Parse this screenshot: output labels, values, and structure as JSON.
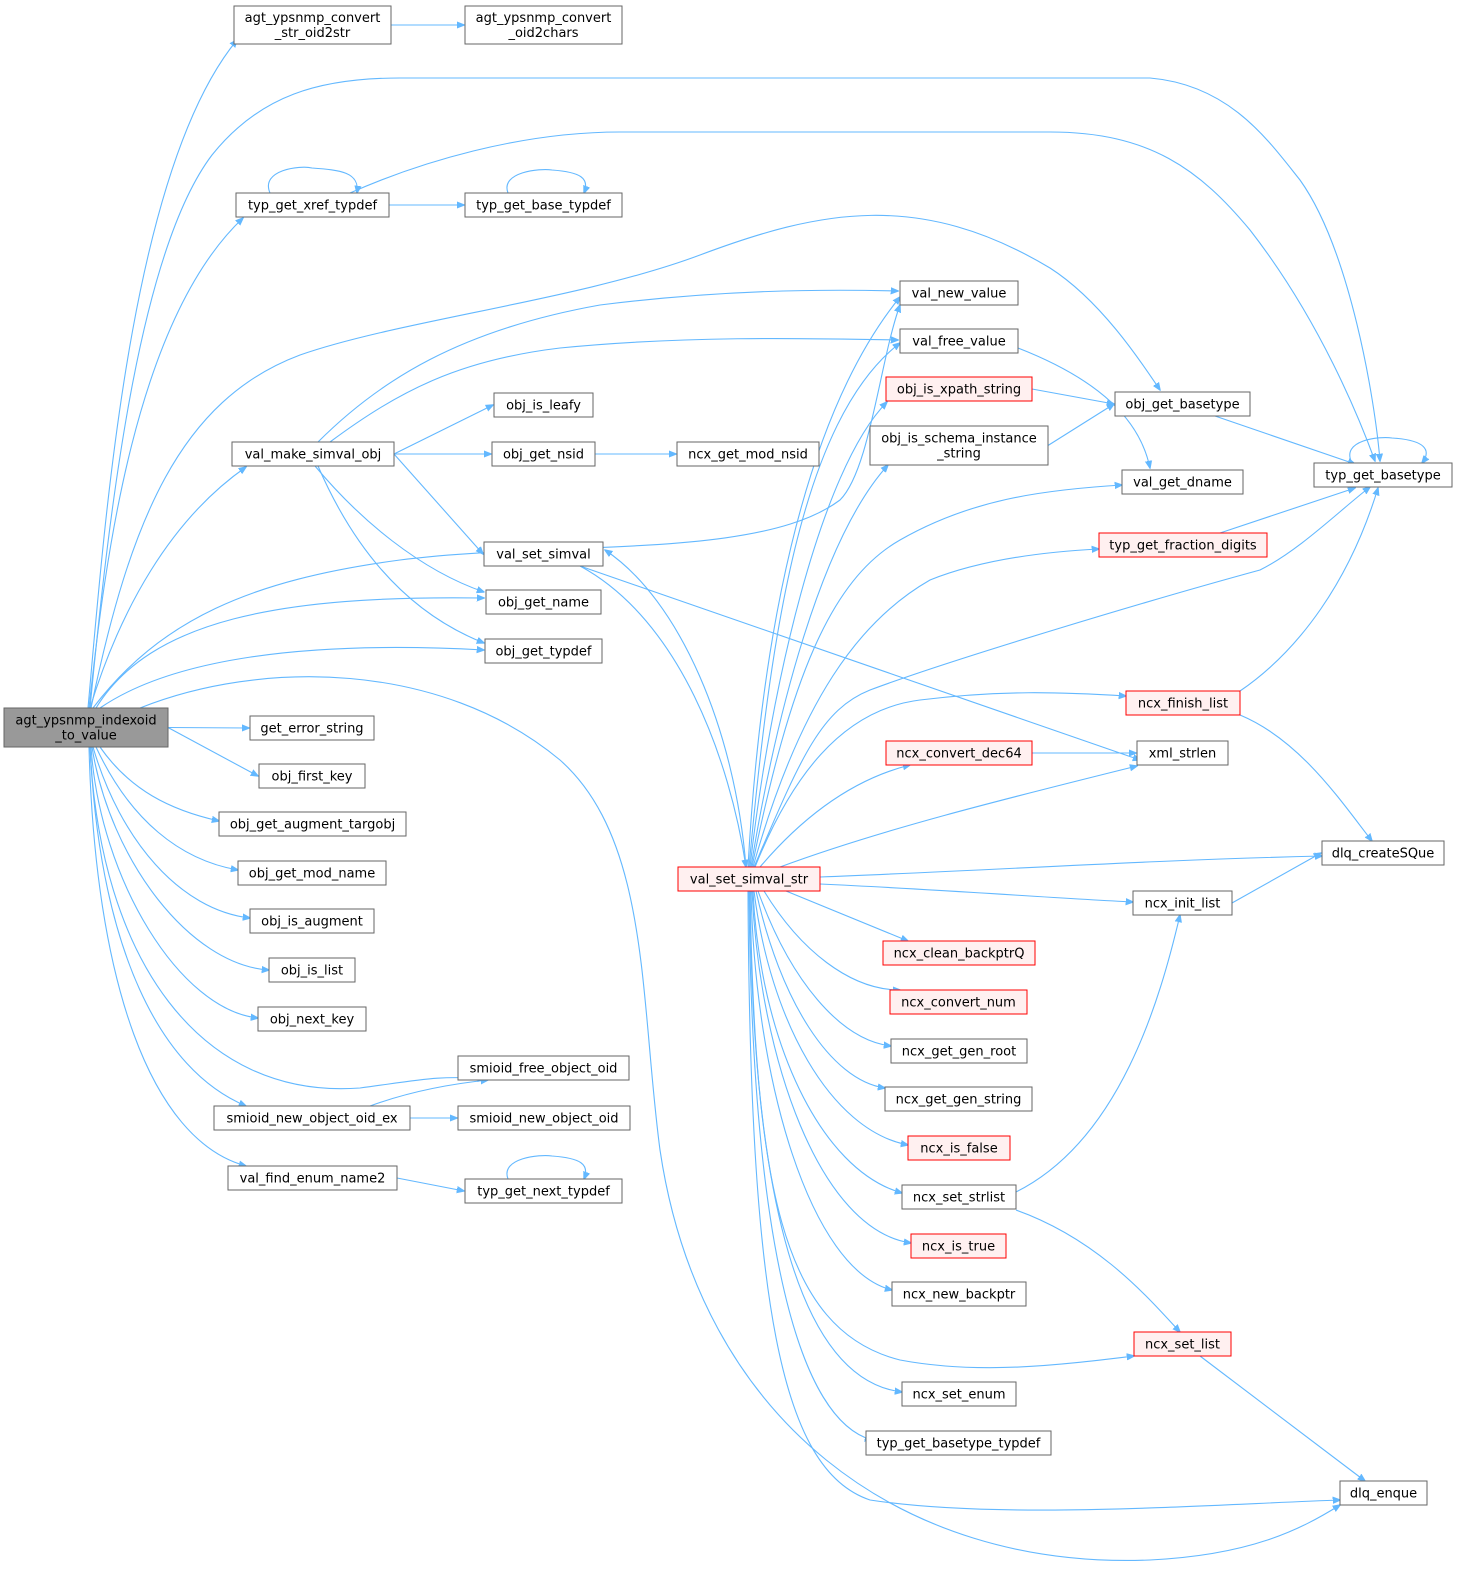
{
  "diagram": {
    "colors": {
      "edge": "#63b8ff",
      "node_border": "#666666",
      "truncated_border": "#ff0000",
      "truncated_fill": "#fff0f0",
      "root_fill": "#999999"
    },
    "nodes": [
      {
        "id": "root",
        "lines": [
          "agt_ypsnmp_indexoid",
          "_to_value"
        ],
        "style": "root"
      },
      {
        "id": "n_oid2str",
        "lines": [
          "agt_ypsnmp_convert",
          "_str_oid2str"
        ],
        "style": "normal"
      },
      {
        "id": "n_oid2chars",
        "lines": [
          "agt_ypsnmp_convert",
          "_oid2chars"
        ],
        "style": "normal"
      },
      {
        "id": "n_xref",
        "lines": [
          "typ_get_xref_typdef"
        ],
        "style": "normal"
      },
      {
        "id": "n_basetypdef",
        "lines": [
          "typ_get_base_typdef"
        ],
        "style": "normal"
      },
      {
        "id": "n_makesim",
        "lines": [
          "val_make_simval_obj"
        ],
        "style": "normal"
      },
      {
        "id": "n_leafy",
        "lines": [
          "obj_is_leafy"
        ],
        "style": "normal"
      },
      {
        "id": "n_nsid",
        "lines": [
          "obj_get_nsid"
        ],
        "style": "normal"
      },
      {
        "id": "n_modnsid",
        "lines": [
          "ncx_get_mod_nsid"
        ],
        "style": "normal"
      },
      {
        "id": "n_setsimval",
        "lines": [
          "val_set_simval"
        ],
        "style": "normal"
      },
      {
        "id": "n_getname",
        "lines": [
          "obj_get_name"
        ],
        "style": "normal"
      },
      {
        "id": "n_gettypdef",
        "lines": [
          "obj_get_typdef"
        ],
        "style": "normal"
      },
      {
        "id": "n_errstr",
        "lines": [
          "get_error_string"
        ],
        "style": "normal"
      },
      {
        "id": "n_firstkey",
        "lines": [
          "obj_first_key"
        ],
        "style": "normal"
      },
      {
        "id": "n_augtarg",
        "lines": [
          "obj_get_augment_targobj"
        ],
        "style": "normal"
      },
      {
        "id": "n_modname",
        "lines": [
          "obj_get_mod_name"
        ],
        "style": "normal"
      },
      {
        "id": "n_isaug",
        "lines": [
          "obj_is_augment"
        ],
        "style": "normal"
      },
      {
        "id": "n_islist",
        "lines": [
          "obj_is_list"
        ],
        "style": "normal"
      },
      {
        "id": "n_nextkey",
        "lines": [
          "obj_next_key"
        ],
        "style": "normal"
      },
      {
        "id": "n_freeoid",
        "lines": [
          "smioid_free_object_oid"
        ],
        "style": "normal"
      },
      {
        "id": "n_newoidex",
        "lines": [
          "smioid_new_object_oid_ex"
        ],
        "style": "normal"
      },
      {
        "id": "n_newoid",
        "lines": [
          "smioid_new_object_oid"
        ],
        "style": "normal"
      },
      {
        "id": "n_findenum",
        "lines": [
          "val_find_enum_name2"
        ],
        "style": "normal"
      },
      {
        "id": "n_nexttypdef",
        "lines": [
          "typ_get_next_typdef"
        ],
        "style": "normal"
      },
      {
        "id": "n_newval",
        "lines": [
          "val_new_value"
        ],
        "style": "normal"
      },
      {
        "id": "n_freeval",
        "lines": [
          "val_free_value"
        ],
        "style": "normal"
      },
      {
        "id": "n_xpath",
        "lines": [
          "obj_is_xpath_string"
        ],
        "style": "truncated"
      },
      {
        "id": "n_schemainst",
        "lines": [
          "obj_is_schema_instance",
          "_string"
        ],
        "style": "normal"
      },
      {
        "id": "n_setsimstr",
        "lines": [
          "val_set_simval_str"
        ],
        "style": "truncated"
      },
      {
        "id": "n_objbase",
        "lines": [
          "obj_get_basetype"
        ],
        "style": "normal"
      },
      {
        "id": "n_dname",
        "lines": [
          "val_get_dname"
        ],
        "style": "normal"
      },
      {
        "id": "n_typbase",
        "lines": [
          "typ_get_basetype"
        ],
        "style": "normal"
      },
      {
        "id": "n_fracdig",
        "lines": [
          "typ_get_fraction_digits"
        ],
        "style": "truncated"
      },
      {
        "id": "n_finlist",
        "lines": [
          "ncx_finish_list"
        ],
        "style": "truncated"
      },
      {
        "id": "n_dec64",
        "lines": [
          "ncx_convert_dec64"
        ],
        "style": "truncated"
      },
      {
        "id": "n_xmlstrlen",
        "lines": [
          "xml_strlen"
        ],
        "style": "normal"
      },
      {
        "id": "n_createsq",
        "lines": [
          "dlq_createSQue"
        ],
        "style": "normal"
      },
      {
        "id": "n_initlist",
        "lines": [
          "ncx_init_list"
        ],
        "style": "normal"
      },
      {
        "id": "n_cleanbp",
        "lines": [
          "ncx_clean_backptrQ"
        ],
        "style": "truncated"
      },
      {
        "id": "n_convnum",
        "lines": [
          "ncx_convert_num"
        ],
        "style": "truncated"
      },
      {
        "id": "n_genroot",
        "lines": [
          "ncx_get_gen_root"
        ],
        "style": "normal"
      },
      {
        "id": "n_genstring",
        "lines": [
          "ncx_get_gen_string"
        ],
        "style": "normal"
      },
      {
        "id": "n_isfalse",
        "lines": [
          "ncx_is_false"
        ],
        "style": "truncated"
      },
      {
        "id": "n_setstrlist",
        "lines": [
          "ncx_set_strlist"
        ],
        "style": "normal"
      },
      {
        "id": "n_istrue",
        "lines": [
          "ncx_is_true"
        ],
        "style": "truncated"
      },
      {
        "id": "n_newbp",
        "lines": [
          "ncx_new_backptr"
        ],
        "style": "normal"
      },
      {
        "id": "n_setlist",
        "lines": [
          "ncx_set_list"
        ],
        "style": "truncated"
      },
      {
        "id": "n_setenum",
        "lines": [
          "ncx_set_enum"
        ],
        "style": "normal"
      },
      {
        "id": "n_basetyptypdef",
        "lines": [
          "typ_get_basetype_typdef"
        ],
        "style": "normal"
      },
      {
        "id": "n_enque",
        "lines": [
          "dlq_enque"
        ],
        "style": "normal"
      }
    ],
    "edges": [
      [
        "root",
        "n_oid2str"
      ],
      [
        "n_oid2str",
        "n_oid2chars"
      ],
      [
        "root",
        "n_typbase"
      ],
      [
        "root",
        "n_xref"
      ],
      [
        "n_xref",
        "n_xref"
      ],
      [
        "n_xref",
        "n_basetypdef"
      ],
      [
        "n_basetypdef",
        "n_basetypdef"
      ],
      [
        "n_xref",
        "n_typbase"
      ],
      [
        "root",
        "n_objbase"
      ],
      [
        "root",
        "n_makesim"
      ],
      [
        "n_makesim",
        "n_newval"
      ],
      [
        "n_makesim",
        "n_freeval"
      ],
      [
        "n_makesim",
        "n_leafy"
      ],
      [
        "n_makesim",
        "n_nsid"
      ],
      [
        "n_nsid",
        "n_modnsid"
      ],
      [
        "n_makesim",
        "n_setsimval"
      ],
      [
        "n_makesim",
        "n_getname"
      ],
      [
        "n_makesim",
        "n_gettypdef"
      ],
      [
        "root",
        "n_newval"
      ],
      [
        "root",
        "n_getname"
      ],
      [
        "root",
        "n_gettypdef"
      ],
      [
        "root",
        "n_enque"
      ],
      [
        "root",
        "n_errstr"
      ],
      [
        "root",
        "n_firstkey"
      ],
      [
        "root",
        "n_augtarg"
      ],
      [
        "root",
        "n_modname"
      ],
      [
        "root",
        "n_isaug"
      ],
      [
        "root",
        "n_islist"
      ],
      [
        "root",
        "n_nextkey"
      ],
      [
        "root",
        "n_freeoid"
      ],
      [
        "root",
        "n_newoidex"
      ],
      [
        "n_newoidex",
        "n_freeoid"
      ],
      [
        "n_newoidex",
        "n_newoid"
      ],
      [
        "root",
        "n_findenum"
      ],
      [
        "n_findenum",
        "n_nexttypdef"
      ],
      [
        "n_nexttypdef",
        "n_nexttypdef"
      ],
      [
        "n_setsimval",
        "n_setsimstr"
      ],
      [
        "n_setsimval",
        "n_xmlstrlen"
      ],
      [
        "n_setsimstr",
        "n_setsimval"
      ],
      [
        "n_setsimstr",
        "n_newval"
      ],
      [
        "n_setsimstr",
        "n_freeval"
      ],
      [
        "n_setsimstr",
        "n_xpath"
      ],
      [
        "n_setsimstr",
        "n_schemainst"
      ],
      [
        "n_setsimstr",
        "n_dname"
      ],
      [
        "n_setsimstr",
        "n_fracdig"
      ],
      [
        "n_setsimstr",
        "n_typbase"
      ],
      [
        "n_setsimstr",
        "n_finlist"
      ],
      [
        "n_setsimstr",
        "n_dec64"
      ],
      [
        "n_setsimstr",
        "n_xmlstrlen"
      ],
      [
        "n_setsimstr",
        "n_createsq"
      ],
      [
        "n_setsimstr",
        "n_initlist"
      ],
      [
        "n_setsimstr",
        "n_cleanbp"
      ],
      [
        "n_setsimstr",
        "n_convnum"
      ],
      [
        "n_setsimstr",
        "n_genroot"
      ],
      [
        "n_setsimstr",
        "n_genstring"
      ],
      [
        "n_setsimstr",
        "n_isfalse"
      ],
      [
        "n_setsimstr",
        "n_setstrlist"
      ],
      [
        "n_setsimstr",
        "n_istrue"
      ],
      [
        "n_setsimstr",
        "n_newbp"
      ],
      [
        "n_setsimstr",
        "n_setlist"
      ],
      [
        "n_setsimstr",
        "n_setenum"
      ],
      [
        "n_setsimstr",
        "n_basetyptypdef"
      ],
      [
        "n_setsimstr",
        "n_enque"
      ],
      [
        "n_freeval",
        "n_dname"
      ],
      [
        "n_xpath",
        "n_objbase"
      ],
      [
        "n_schemainst",
        "n_objbase"
      ],
      [
        "n_objbase",
        "n_typbase"
      ],
      [
        "n_typbase",
        "n_typbase"
      ],
      [
        "n_fracdig",
        "n_typbase"
      ],
      [
        "n_finlist",
        "n_typbase"
      ],
      [
        "n_finlist",
        "n_createsq"
      ],
      [
        "n_dec64",
        "n_xmlstrlen"
      ],
      [
        "n_initlist",
        "n_createsq"
      ],
      [
        "n_setstrlist",
        "n_initlist"
      ],
      [
        "n_setstrlist",
        "n_setlist"
      ],
      [
        "n_setlist",
        "n_enque"
      ]
    ]
  }
}
